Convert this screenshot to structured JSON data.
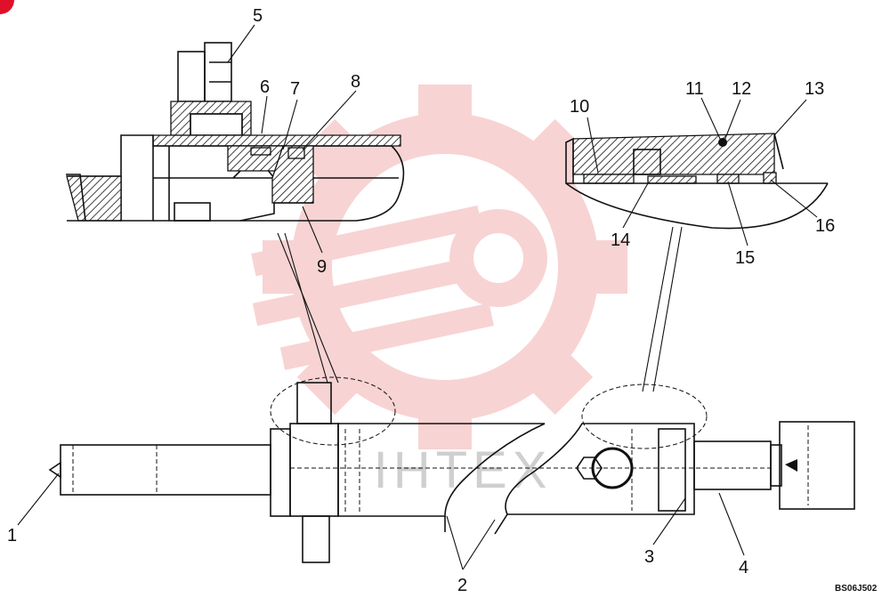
{
  "diagram": {
    "drawing_code": "BS06J502",
    "watermark_text": "IHTEX",
    "colors": {
      "line": "#111111",
      "watermark": "#e23a3a",
      "badge": "#e0102a"
    },
    "callouts": [
      "1",
      "2",
      "3",
      "4",
      "5",
      "6",
      "7",
      "8",
      "9",
      "10",
      "11",
      "12",
      "13",
      "14",
      "15",
      "16"
    ]
  }
}
